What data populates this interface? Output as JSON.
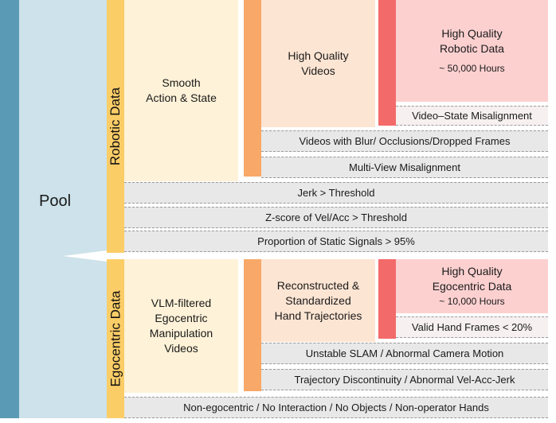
{
  "pool": {
    "label": "Pool"
  },
  "robotic": {
    "section_label": "Robotic Data",
    "smooth_line1": "Smooth",
    "smooth_line2": "Action & State",
    "videos_line1": "High Quality",
    "videos_line2": "Videos",
    "hq_line1": "High Quality",
    "hq_line2": "Robotic Data",
    "hq_hours": "~ 50,000 Hours",
    "filters": {
      "video_state": "Video–State Misalignment",
      "blur": "Videos with Blur/ Occlusions/Dropped Frames",
      "multiview": "Multi-View Misalignment",
      "jerk": "Jerk > Threshold",
      "zscore": "Z-score of Vel/Acc > Threshold",
      "static": "Proportion of Static Signals > 95%"
    }
  },
  "egocentric": {
    "section_label": "Egocentric Data",
    "vlm_line1": "VLM-filtered",
    "vlm_line2": "Egocentric",
    "vlm_line3": "Manipulation",
    "vlm_line4": "Videos",
    "recon_line1": "Reconstructed &",
    "recon_line2": "Standardized",
    "recon_line3": "Hand Trajectories",
    "hq_line1": "High Quality",
    "hq_line2": "Egocentric Data",
    "hq_hours": "~ 10,000 Hours",
    "filters": {
      "hand_frames": "Valid Hand Frames < 20%",
      "slam": "Unstable SLAM / Abnormal Camera Motion",
      "trajectory": "Trajectory Discontinuity / Abnormal Vel-Acc-Jerk",
      "non_ego": "Non-egocentric / No Interaction / No Objects / Non-operator Hands"
    }
  },
  "colors": {
    "pool_bar": "#5a9ab5",
    "pool_panel": "#cde2ea",
    "stage1_bar": "#fbcd67",
    "stage2_bar": "#f8a868",
    "stage3_bar": "#f36a6a"
  }
}
